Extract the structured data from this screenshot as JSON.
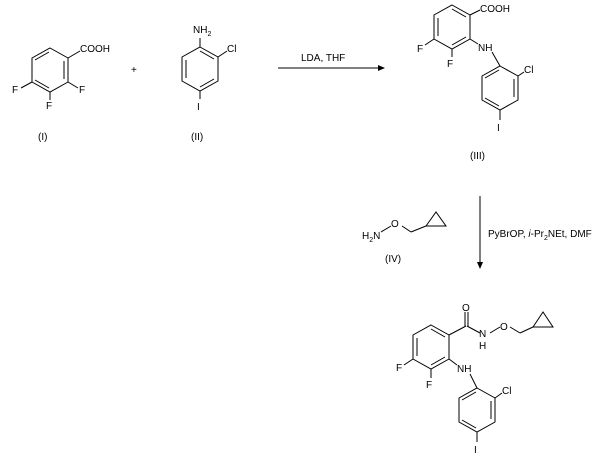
{
  "compounds": {
    "c1": {
      "label": "(I)",
      "atoms": {
        "cooh": "COOH",
        "f_left": "F",
        "f_bottom": "F",
        "f_right": "F"
      }
    },
    "c2": {
      "label": "(II)",
      "atoms": {
        "nh": "NH",
        "two": "2",
        "cl": "Cl",
        "i": "I"
      }
    },
    "c3": {
      "label": "(III)",
      "atoms": {
        "cooh": "COOH",
        "f_left": "F",
        "f_bottom": "F",
        "nh": "NH",
        "cl": "Cl",
        "i": "I"
      }
    },
    "c4": {
      "label": "(IV)",
      "atoms": {
        "h": "H",
        "two": "2",
        "n": "N",
        "o": "O"
      }
    },
    "c5": {
      "atoms": {
        "o_carbonyl": "O",
        "n": "N",
        "h": "H",
        "o": "O",
        "f_left": "F",
        "f_bottom": "F",
        "nh": "NH",
        "cl": "Cl",
        "i": "I"
      }
    }
  },
  "plus": "+",
  "step1": {
    "reagents": "LDA, THF"
  },
  "step2": {
    "reagent_a": "PyBrOP, ",
    "reagent_i": "i",
    "reagent_b": "-Pr",
    "reagent_sub": "2",
    "reagent_c": "NEt, DMF"
  }
}
